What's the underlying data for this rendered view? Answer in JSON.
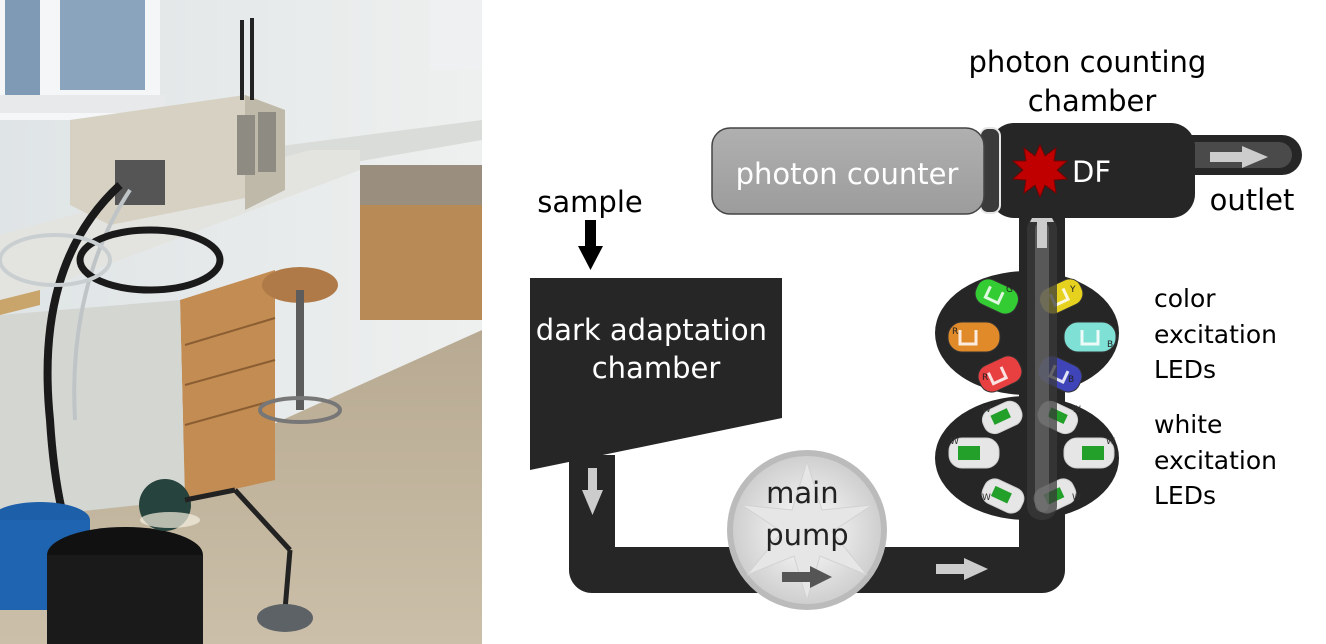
{
  "labels": {
    "photon_counting_chamber": [
      "photon counting",
      "chamber"
    ],
    "photon_counter": "photon counter",
    "df": "DF",
    "outlet": "outlet",
    "sample": "sample",
    "dark_adaptation_chamber": [
      "dark adaptation",
      "chamber"
    ],
    "main_pump": [
      "main",
      "pump"
    ],
    "color_leds": [
      "color",
      "excitation",
      "LEDs"
    ],
    "white_leds": [
      "white",
      "excitation",
      "LEDs"
    ]
  },
  "color_led_marks": [
    "G",
    "Y",
    "R",
    "B",
    "R",
    "B"
  ],
  "white_led_marks": [
    "W",
    "W",
    "W",
    "W",
    "W",
    "W"
  ],
  "colors": {
    "device_dark": "#262626",
    "photon_counter_fill": "#a6a6a6",
    "arrow_light": "#cccccc",
    "flash_red": "#c00000",
    "led_green": "#33cc33",
    "led_yellow": "#e6d21e",
    "led_orange": "#e08a2a",
    "led_cyan": "#7fe0d6",
    "led_red": "#e84040",
    "led_blue": "#3f45b8"
  }
}
